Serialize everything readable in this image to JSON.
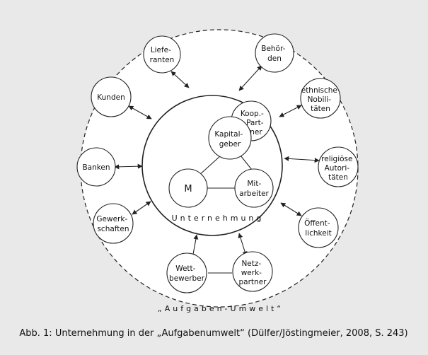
{
  "diagram": {
    "environment_label": "„Aufgaben-Umwelt“",
    "company_label": "Unternehmung",
    "caption": "Abb. 1: Unternehmung in der „Aufgabenumwelt“ (Dülfer/Jöstingmeier, 2008, S. 243)",
    "colors": {
      "background": "#e9e9e9",
      "circle_fill": "#ffffff",
      "stroke": "#222222"
    },
    "inner_nodes": {
      "koop_partner": [
        "Koop.-",
        "Part-",
        "ner"
      ],
      "kapitalgeber": [
        "Kapital-",
        "geber"
      ],
      "m": [
        "M"
      ],
      "mitarbeiter": [
        "Mit-",
        "arbeiter"
      ]
    },
    "outer_nodes": {
      "lieferanten": [
        "Liefe-",
        "ranten"
      ],
      "behoerden": [
        "Behör-",
        "den"
      ],
      "ethnische": [
        "ethnische",
        "Nobili-",
        "täten"
      ],
      "religioese": [
        "religiöse",
        "Autori-",
        "täten"
      ],
      "oeffentlichkeit": [
        "Öffent-",
        "lichkeit"
      ],
      "netzwerkpartner": [
        "Netz-",
        "werk-",
        "partner"
      ],
      "wettbewerber": [
        "Wett-",
        "bewerber"
      ],
      "gewerkschaften": [
        "Gewerk-",
        "schaften"
      ],
      "banken": [
        "Banken"
      ],
      "kunden": [
        "Kunden"
      ]
    }
  }
}
